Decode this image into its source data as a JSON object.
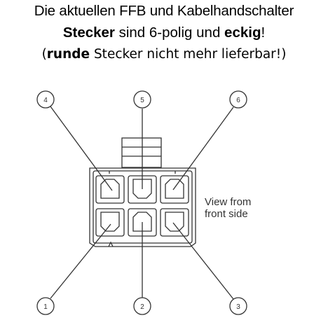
{
  "heading": {
    "line1": "Die aktuellen FFB und Kabelhandschalter",
    "line2": {
      "bold1": "Stecker",
      "mid": " sind 6-polig und ",
      "bold2": "eckig",
      "end": "!"
    },
    "line3": {
      "open": "(",
      "bold": "runde",
      "rest": " Stecker nicht mehr lieferbar!)"
    }
  },
  "diagram": {
    "view_label_line1": "View from",
    "view_label_line2": "front side",
    "pins_top": [
      "4",
      "5",
      "6"
    ],
    "pins_bottom": [
      "1",
      "2",
      "3"
    ],
    "line_color": "#333333"
  }
}
